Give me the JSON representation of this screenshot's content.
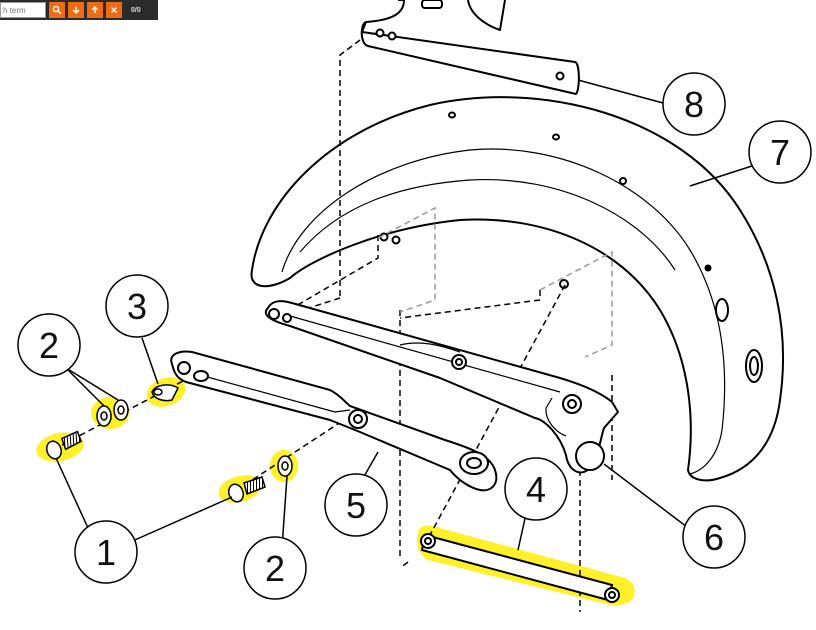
{
  "toolbar": {
    "search_placeholder": "h term",
    "match_count": "0/0",
    "accent_color": "#ef6b12",
    "icons": [
      "search-icon",
      "arrow-down-icon",
      "arrow-up-icon",
      "close-icon"
    ]
  },
  "diagram": {
    "callouts": [
      "1",
      "1",
      "2",
      "2",
      "3",
      "4",
      "5",
      "6",
      "7",
      "8"
    ],
    "highlight_color": "#ffee00"
  }
}
